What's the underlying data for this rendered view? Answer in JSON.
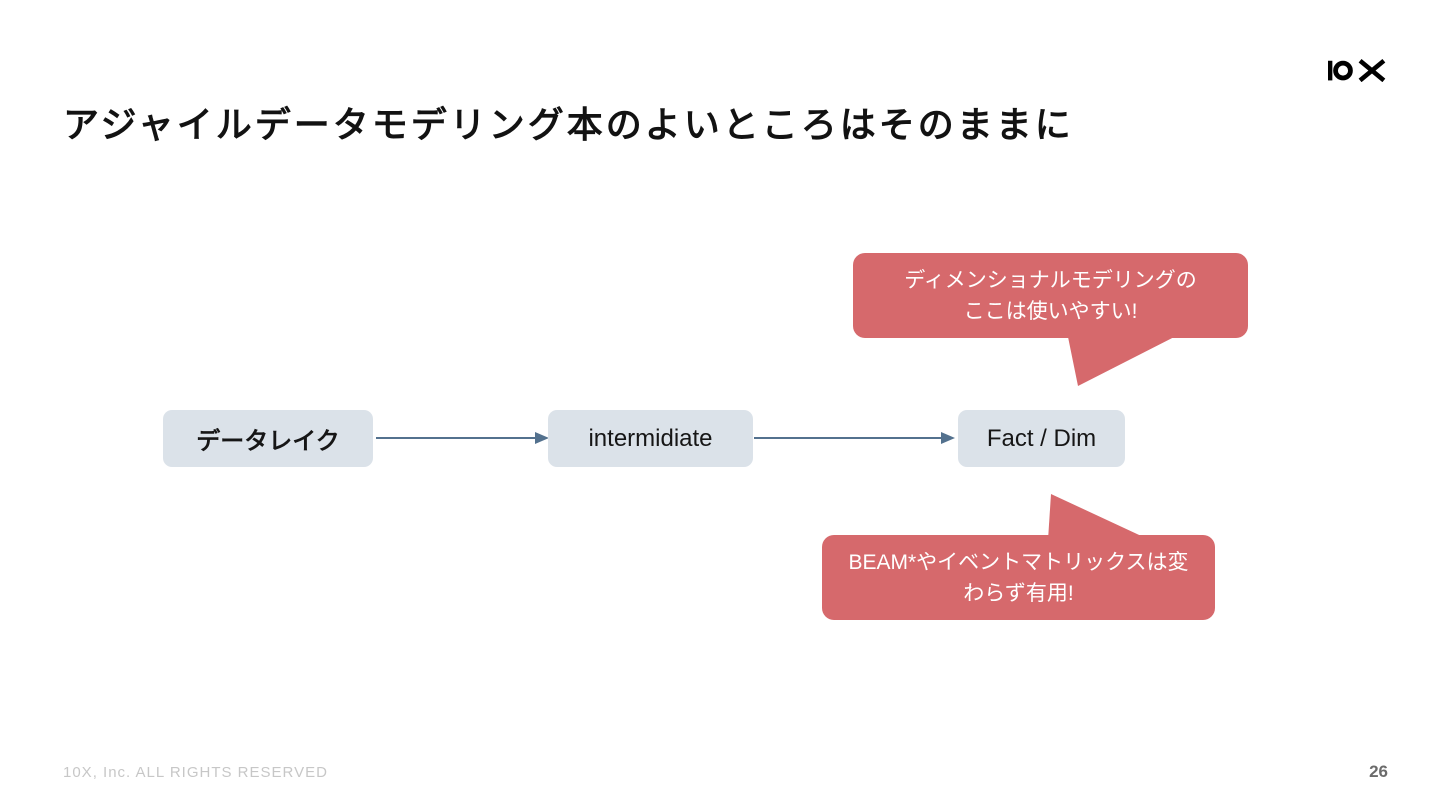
{
  "slide": {
    "title": "アジャイルデータモデリング本のよいところはそのままに",
    "logo": "10X",
    "footer": "10X, Inc. ALL RIGHTS RESERVED",
    "page_number": "26"
  },
  "diagram": {
    "nodes": [
      {
        "label": "データレイク"
      },
      {
        "label": "intermidiate"
      },
      {
        "label": "Fact / Dim"
      }
    ]
  },
  "callouts": [
    {
      "text": "ディメンショナルモデリングの\nここは使いやすい!",
      "points_to": "Fact / Dim",
      "tail": "bottom-left"
    },
    {
      "text": "BEAM*やイベントマトリックスは変\nわらず有用!",
      "points_to": "Fact / Dim",
      "tail": "top-right"
    }
  ],
  "colors": {
    "callout_bg": "#D6696C",
    "callout_text": "#FFFFFF",
    "node_bg": "#DBE2E9",
    "arrow": "#53718E",
    "logo": "#000000",
    "footer_text": "#C7C7C7"
  }
}
